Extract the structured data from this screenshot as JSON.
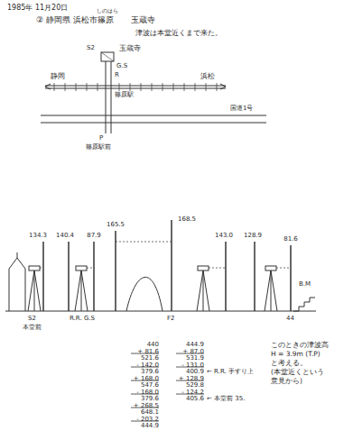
{
  "diagram": {
    "labels": [
      "1985年 11月20日",
      "② 静岡県 浜松市篠原",
      "しのはら",
      "玉蔵寺",
      "津波は本堂近くまで来た。",
      "S2",
      "G.S",
      "玉蔵寺",
      "R",
      "静岡",
      "浜松",
      "篠原駅",
      "国道1号",
      "P",
      "篠原駅前",
      "134.3",
      "140.4",
      "87.9",
      "165.5",
      "168.5",
      "143.0",
      "128.9",
      "81.6",
      "S2",
      "本堂前",
      "R.R. G.S",
      "F2",
      "44",
      "B.M",
      "440",
      "+ 81.6",
      "521.6",
      "- 142.0",
      "379.6",
      "+ 168.0",
      "547.6",
      "- 168.0",
      "379.6",
      "+ 268.5",
      "648.1",
      "- 203.2",
      "444.9",
      "444.9",
      "+ 87.0",
      "531.9",
      "- 131.0",
      "400.9",
      "+ 128.9",
      "529.8",
      "- 124.2",
      "405.6",
      "← R.R. 手すり上",
      "← 本堂前 35.",
      "このときの津波高",
      "H = 3.9m (T.P)",
      "と考える。",
      "(本堂近くという",
      "意見から)"
    ]
  }
}
